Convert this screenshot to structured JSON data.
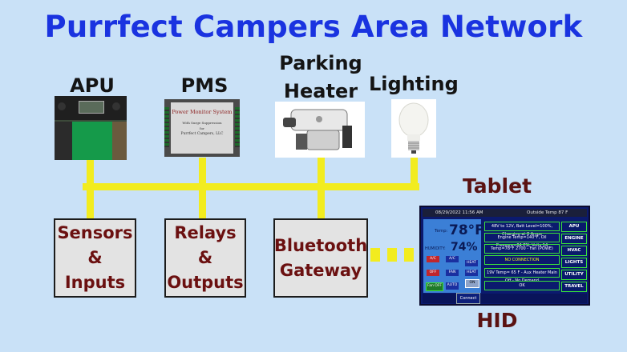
{
  "title": "Purrfect Campers Area Network",
  "devices": {
    "apu": "APU",
    "pms": "PMS",
    "parking_heater_line1": "Parking",
    "parking_heater_line2": "Heater",
    "lighting": "Lighting"
  },
  "pms_label": {
    "line1": "Power Monitor System",
    "line2": "With Surge Suppression",
    "line3": "for",
    "line4": "Purrfect Campers, LLC"
  },
  "boxes": {
    "sensors": [
      "Sensors",
      "&",
      "Inputs"
    ],
    "relays": [
      "Relays",
      "&",
      "Outputs"
    ],
    "bluetooth": [
      "Bluetooth",
      "Gateway"
    ]
  },
  "tablet_label": "Tablet",
  "hid_label": "HID",
  "screen": {
    "datetime": "08/29/2022 11:56 AM",
    "outside_temp": "Outside Temp 87 F",
    "temp_label": "Temp:",
    "temp_value": "78°F",
    "humidity_label": "HUMIDITY:",
    "humidity_value": "74%",
    "status_lines": [
      "48V to 12V, Batt Level=100%, Charging at 8 Amps",
      "Engine Temp=140°F, Oil Pressure=84 PSI, Volts 14",
      "Temp=78°F  2700 - Fan (POWE)",
      "NO CONNECTION",
      "19V Temp= 65 F - Aux Heater Main Off - No Demand",
      "OK"
    ],
    "side_buttons": [
      "APU",
      "ENGINE",
      "HVAC",
      "LIGHTS",
      "UTILITY",
      "TRAVEL"
    ],
    "small_buttons": [
      "A/C",
      "A/C",
      "HEAT",
      "OFF",
      "FAN",
      "HEAT",
      "Fan OFF",
      "AUTO",
      "ON"
    ],
    "connect_button": "Connect"
  }
}
